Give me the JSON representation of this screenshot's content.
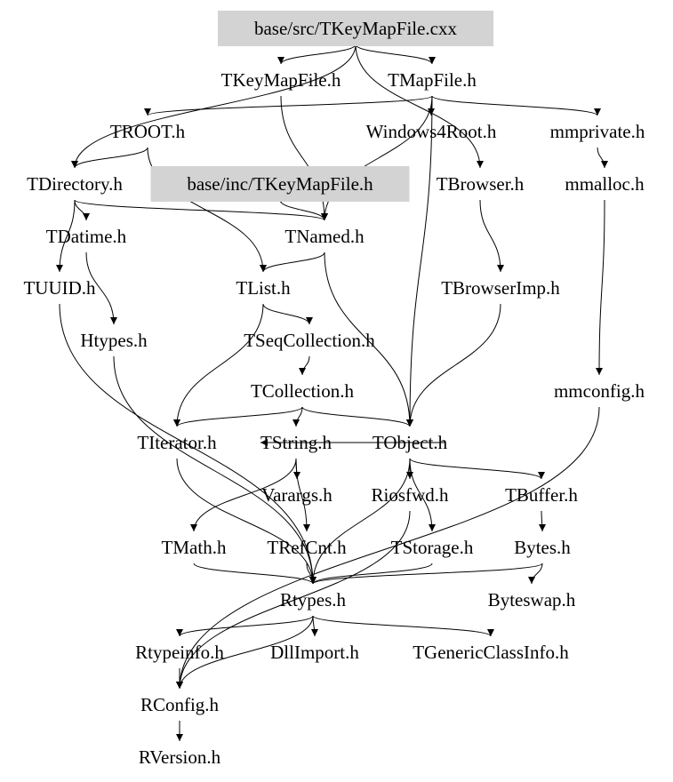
{
  "graph": {
    "type": "include-dependency-graph",
    "highlight_color": "#d3d3d3",
    "nodes": [
      {
        "id": "n0",
        "label": "base/src/TKeyMapFile.cxx",
        "highlighted": true
      },
      {
        "id": "n1",
        "label": "TKeyMapFile.h"
      },
      {
        "id": "n2",
        "label": "TMapFile.h"
      },
      {
        "id": "n3",
        "label": "TROOT.h"
      },
      {
        "id": "n4",
        "label": "Windows4Root.h"
      },
      {
        "id": "n5",
        "label": "mmprivate.h"
      },
      {
        "id": "n6",
        "label": "TDirectory.h"
      },
      {
        "id": "n7",
        "label": "base/inc/TKeyMapFile.h",
        "highlighted": true
      },
      {
        "id": "n8",
        "label": "TBrowser.h"
      },
      {
        "id": "n9",
        "label": "mmalloc.h"
      },
      {
        "id": "n10",
        "label": "TDatime.h"
      },
      {
        "id": "n11",
        "label": "TNamed.h"
      },
      {
        "id": "n12",
        "label": "TUUID.h"
      },
      {
        "id": "n13",
        "label": "TList.h"
      },
      {
        "id": "n14",
        "label": "TBrowserImp.h"
      },
      {
        "id": "n15",
        "label": "Htypes.h"
      },
      {
        "id": "n16",
        "label": "TSeqCollection.h"
      },
      {
        "id": "n17",
        "label": "TCollection.h"
      },
      {
        "id": "n18",
        "label": "mmconfig.h"
      },
      {
        "id": "n19",
        "label": "TIterator.h"
      },
      {
        "id": "n20",
        "label": "TString.h"
      },
      {
        "id": "n21",
        "label": "TObject.h"
      },
      {
        "id": "n22",
        "label": "Varargs.h"
      },
      {
        "id": "n23",
        "label": "Riosfwd.h"
      },
      {
        "id": "n24",
        "label": "TBuffer.h"
      },
      {
        "id": "n25",
        "label": "TMath.h"
      },
      {
        "id": "n26",
        "label": "TRefCnt.h"
      },
      {
        "id": "n27",
        "label": "TStorage.h"
      },
      {
        "id": "n28",
        "label": "Bytes.h"
      },
      {
        "id": "n29",
        "label": "Rtypes.h"
      },
      {
        "id": "n30",
        "label": "Byteswap.h"
      },
      {
        "id": "n31",
        "label": "Rtypeinfo.h"
      },
      {
        "id": "n32",
        "label": "DllImport.h"
      },
      {
        "id": "n33",
        "label": "TGenericClassInfo.h"
      },
      {
        "id": "n34",
        "label": "RConfig.h"
      },
      {
        "id": "n35",
        "label": "RVersion.h"
      }
    ],
    "edges": [
      [
        "n0",
        "n1"
      ],
      [
        "n0",
        "n2"
      ],
      [
        "n0",
        "n6"
      ],
      [
        "n0",
        "n8"
      ],
      [
        "n1",
        "n11"
      ],
      [
        "n2",
        "n3"
      ],
      [
        "n2",
        "n4"
      ],
      [
        "n2",
        "n5"
      ],
      [
        "n2",
        "n11"
      ],
      [
        "n2",
        "n21"
      ],
      [
        "n3",
        "n6"
      ],
      [
        "n3",
        "n13"
      ],
      [
        "n5",
        "n9"
      ],
      [
        "n6",
        "n10"
      ],
      [
        "n6",
        "n12"
      ],
      [
        "n6",
        "n11"
      ],
      [
        "n7",
        "n11"
      ],
      [
        "n8",
        "n14"
      ],
      [
        "n14",
        "n21"
      ],
      [
        "n9",
        "n18"
      ],
      [
        "n18",
        "n34"
      ],
      [
        "n10",
        "n15"
      ],
      [
        "n11",
        "n13"
      ],
      [
        "n11",
        "n21"
      ],
      [
        "n12",
        "n29"
      ],
      [
        "n15",
        "n29"
      ],
      [
        "n13",
        "n16"
      ],
      [
        "n13",
        "n19"
      ],
      [
        "n16",
        "n17"
      ],
      [
        "n17",
        "n19"
      ],
      [
        "n17",
        "n20"
      ],
      [
        "n17",
        "n21"
      ],
      [
        "n19",
        "n29"
      ],
      [
        "n20",
        "n22"
      ],
      [
        "n20",
        "n25"
      ],
      [
        "n20",
        "n26"
      ],
      [
        "n21",
        "n20"
      ],
      [
        "n21",
        "n23"
      ],
      [
        "n21",
        "n24"
      ],
      [
        "n21",
        "n27"
      ],
      [
        "n21",
        "n29"
      ],
      [
        "n23",
        "n34"
      ],
      [
        "n24",
        "n28"
      ],
      [
        "n28",
        "n30"
      ],
      [
        "n28",
        "n29"
      ],
      [
        "n25",
        "n29"
      ],
      [
        "n26",
        "n29"
      ],
      [
        "n27",
        "n29"
      ],
      [
        "n29",
        "n31"
      ],
      [
        "n29",
        "n32"
      ],
      [
        "n29",
        "n33"
      ],
      [
        "n29",
        "n34"
      ],
      [
        "n31",
        "n34"
      ],
      [
        "n34",
        "n35"
      ]
    ]
  }
}
